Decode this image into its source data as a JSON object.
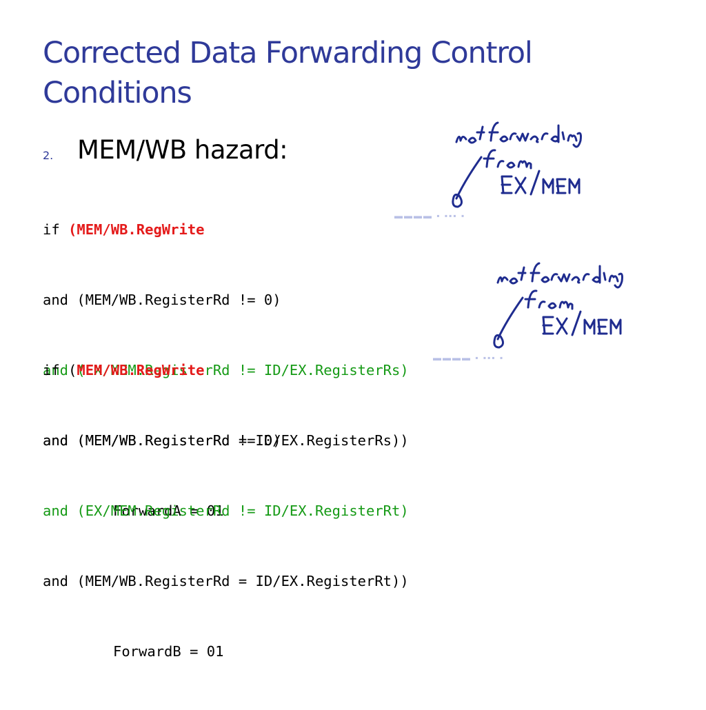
{
  "slide": {
    "title": "Corrected Data Forwarding Control Conditions",
    "bullet_number": "2.",
    "bullet_text": "MEM/WB hazard:"
  },
  "block_a": {
    "if_prefix": "if ",
    "regwrite": "(MEM/WB.RegWrite",
    "line2": "and (MEM/WB.RegisterRd != 0)",
    "line3": "and (EX/MEM.RegisterRd != ID/EX.RegisterRs)",
    "line4": "and (MEM/WB.RegisterRd = ID/EX.RegisterRs))",
    "line5": "ForwardA = 01"
  },
  "block_b": {
    "if_prefix": "if (",
    "regwrite": "MEM/WB.RegWrite",
    "line2": "and (MEM/WB.RegisterRd != 0)",
    "line3": "and (EX/MEM.RegisterRd != ID/EX.RegisterRt)",
    "line4": "and (MEM/WB.RegisterRd = ID/EX.RegisterRt))",
    "line5": "ForwardB = 01"
  },
  "colors": {
    "title": "#2f3a99",
    "highlight_red": "#e41a1a",
    "highlight_green": "#159a15",
    "ink": "#1f2c8f"
  }
}
